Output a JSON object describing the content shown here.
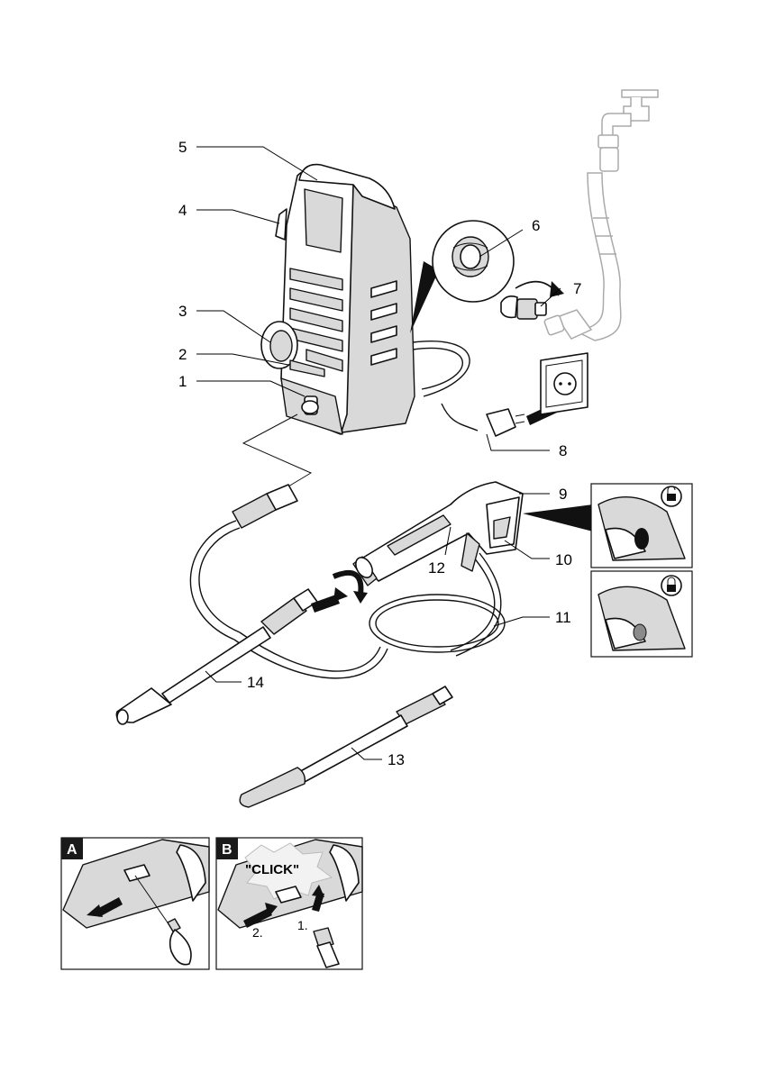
{
  "callouts": [
    {
      "id": "1",
      "label": "1"
    },
    {
      "id": "2",
      "label": "2"
    },
    {
      "id": "3",
      "label": "3"
    },
    {
      "id": "4",
      "label": "4"
    },
    {
      "id": "5",
      "label": "5"
    },
    {
      "id": "6",
      "label": "6"
    },
    {
      "id": "7",
      "label": "7"
    },
    {
      "id": "8",
      "label": "8"
    },
    {
      "id": "9",
      "label": "9"
    },
    {
      "id": "10",
      "label": "10"
    },
    {
      "id": "11",
      "label": "11"
    },
    {
      "id": "12",
      "label": "12"
    },
    {
      "id": "13",
      "label": "13"
    },
    {
      "id": "14",
      "label": "14"
    }
  ],
  "detail_panels": {
    "a": {
      "badge": "A"
    },
    "b": {
      "badge": "B",
      "click": "\"CLICK\"",
      "step1": "1.",
      "step2": "2."
    }
  },
  "lock_icons": {
    "top": "unlock-icon",
    "bottom": "lock-icon"
  },
  "colors": {
    "line": "#111111",
    "badge_bg": "#1a1a1a",
    "shade": "#d9d9d9"
  }
}
